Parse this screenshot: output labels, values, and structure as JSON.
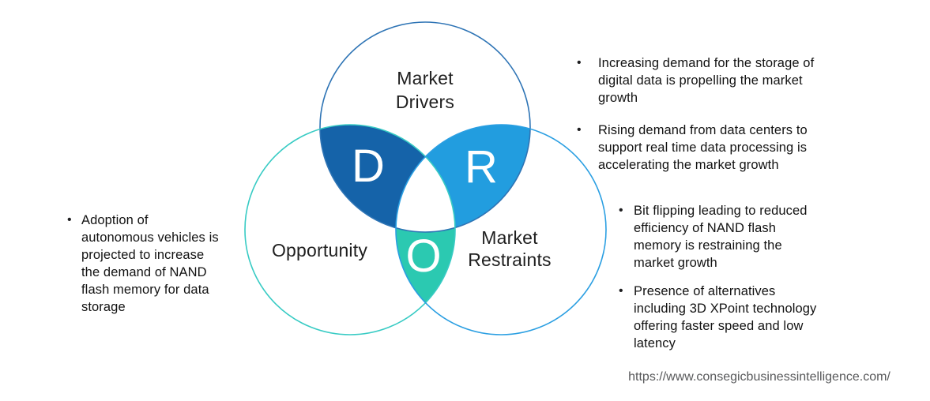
{
  "venn": {
    "drivers": {
      "label": "Market\nDrivers",
      "letter": "D",
      "lens_color": "#1563a9",
      "outline_color": "#2e74b5"
    },
    "restraints": {
      "label": "Market\nRestraints",
      "letter": "R",
      "lens_color": "#229ddf",
      "outline_color": "#2b9fe2"
    },
    "opportunity": {
      "label": "Opportunity",
      "letter": "O",
      "lens_color": "#2bc9b1",
      "outline_color": "#38cbc4"
    },
    "center_color": "#ffffff"
  },
  "bullets": {
    "glyph": "•",
    "left": [
      {
        "text": "Adoption of\nautonomous vehicles is\nprojected to increase\nthe demand of NAND\nflash memory for data\nstorage"
      }
    ],
    "right_top": [
      {
        "text": "Increasing demand for the storage of\ndigital data is propelling the market\ngrowth"
      },
      {
        "text": "Rising demand from data centers to\nsupport real time data processing is\naccelerating the market growth"
      }
    ],
    "right_bottom": [
      {
        "text": "Bit flipping leading to reduced\nefficiency of NAND flash\nmemory is restraining the\nmarket growth"
      },
      {
        "text": "Presence of alternatives\nincluding 3D XPoint technology\noffering faster speed and low\nlatency"
      }
    ]
  },
  "footer": {
    "url": "https://www.consegicbusinessintelligence.com/"
  }
}
